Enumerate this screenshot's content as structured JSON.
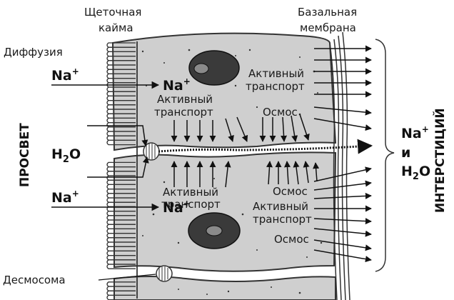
{
  "labels": {
    "brush_border_line1": "Щеточная",
    "brush_border_line2": "кайма",
    "basal_membrane_line1": "Базальная",
    "basal_membrane_line2": "мембрана",
    "diffusion": "Диффузия",
    "na_top_left": "Na",
    "na_top_left_sup": "+",
    "na_cell_top": "Na",
    "na_cell_top_sup": "+",
    "active_transport_top_right_1": "Активный",
    "active_transport_top_right_2": "транспорт",
    "active_transport_top_left_1": "Активный",
    "active_transport_top_left_2": "транспорт",
    "osmosis_top": "Осмос",
    "lumen": "ПРОСВЕТ",
    "h2o_left_main": "H",
    "h2o_left_sub": "2",
    "h2o_left_o": "O",
    "right_na": "Na",
    "right_na_sup": "+",
    "right_and": "и",
    "right_h2o_main": "H",
    "right_h2o_sub": "2",
    "right_h2o_o": "O",
    "interstitium": "ИНТЕРСТИЦИЙ",
    "active_transport_bottom_left_1": "Активный",
    "active_transport_bottom_left_2": "транспорт",
    "osmosis_mid": "Осмос",
    "active_transport_bottom_right_1": "Активный",
    "active_transport_bottom_right_2": "транспорт",
    "osmosis_bottom": "Осмос",
    "na_bottom_left": "Na",
    "na_bottom_left_sup": "+",
    "na_cell_bottom": "Na",
    "na_cell_bottom_sup": "+",
    "desmosome": "Десмосома"
  },
  "colors": {
    "cell_fill": "#cfcfcf",
    "outline": "#333333",
    "nucleus_fill": "#3a3a3a",
    "nucleolus_fill": "#8a8a8a",
    "background": "#ffffff"
  }
}
